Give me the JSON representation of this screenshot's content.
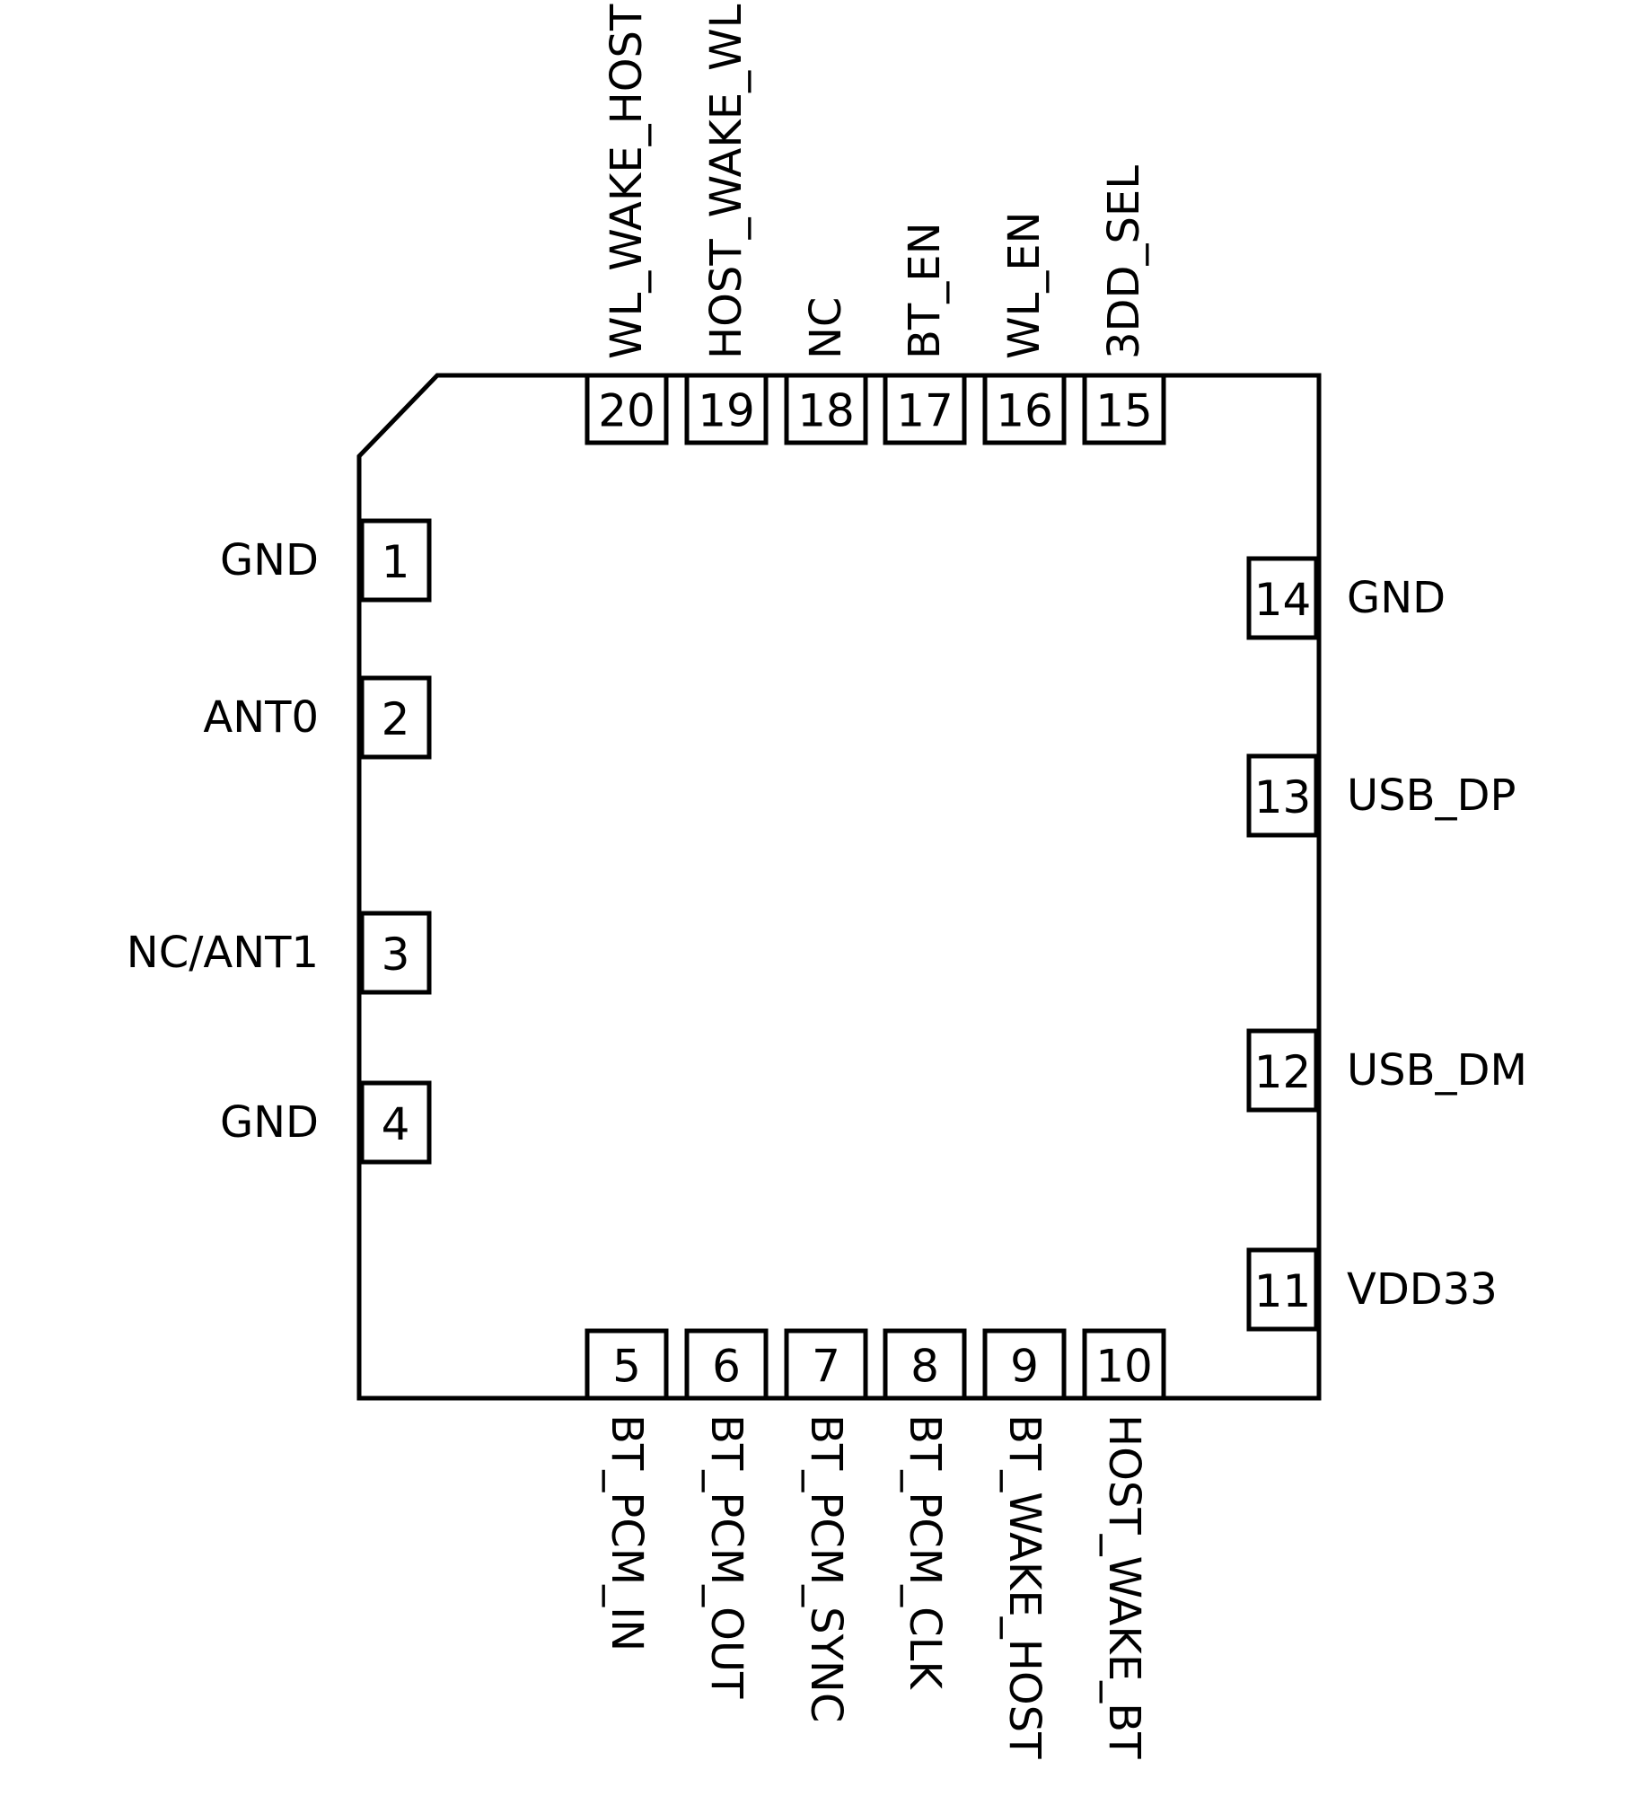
{
  "colors": {
    "stroke": "#000000",
    "background": "#ffffff"
  },
  "pins": [
    {
      "number": "1",
      "name": "GND"
    },
    {
      "number": "2",
      "name": "ANT0"
    },
    {
      "number": "3",
      "name": "NC/ANT1"
    },
    {
      "number": "4",
      "name": "GND"
    },
    {
      "number": "5",
      "name": "BT_PCM_IN"
    },
    {
      "number": "6",
      "name": "BT_PCM_OUT"
    },
    {
      "number": "7",
      "name": "BT_PCM_SYNC"
    },
    {
      "number": "8",
      "name": "BT_PCM_CLK"
    },
    {
      "number": "9",
      "name": "BT_WAKE_HOST"
    },
    {
      "number": "10",
      "name": "HOST_WAKE_BT"
    },
    {
      "number": "11",
      "name": "VDD33"
    },
    {
      "number": "12",
      "name": "USB_DM"
    },
    {
      "number": "13",
      "name": "USB_DP"
    },
    {
      "number": "14",
      "name": "GND"
    },
    {
      "number": "15",
      "name": "3DD_SEL"
    },
    {
      "number": "16",
      "name": "WL_EN"
    },
    {
      "number": "17",
      "name": "BT_EN"
    },
    {
      "number": "18",
      "name": "NC"
    },
    {
      "number": "19",
      "name": "HOST_WAKE_WL"
    },
    {
      "number": "20",
      "name": "WL_WAKE_HOST"
    }
  ]
}
